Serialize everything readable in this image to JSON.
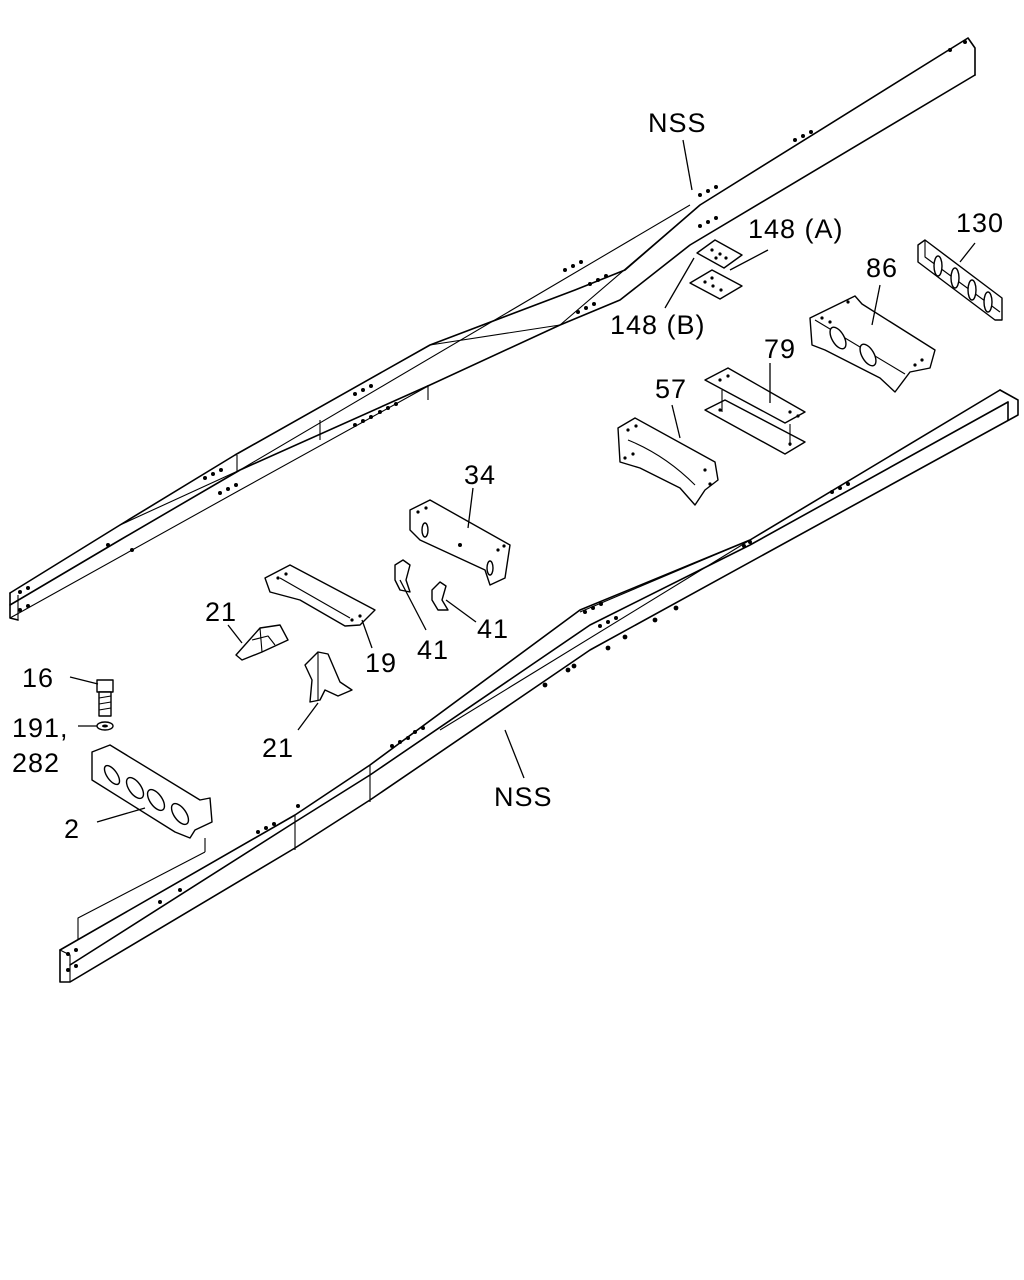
{
  "labels": {
    "nss_top": "NSS",
    "nss_bottom": "NSS",
    "p148a": "148 (A)",
    "p148b": "148 (B)",
    "p130": "130",
    "p86": "86",
    "p79": "79",
    "p57": "57",
    "p34": "34",
    "p21a": "21",
    "p21b": "21",
    "p19": "19",
    "p41a": "41",
    "p41b": "41",
    "p16": "16",
    "p191": "191,",
    "p282": "282",
    "p2": "2"
  }
}
